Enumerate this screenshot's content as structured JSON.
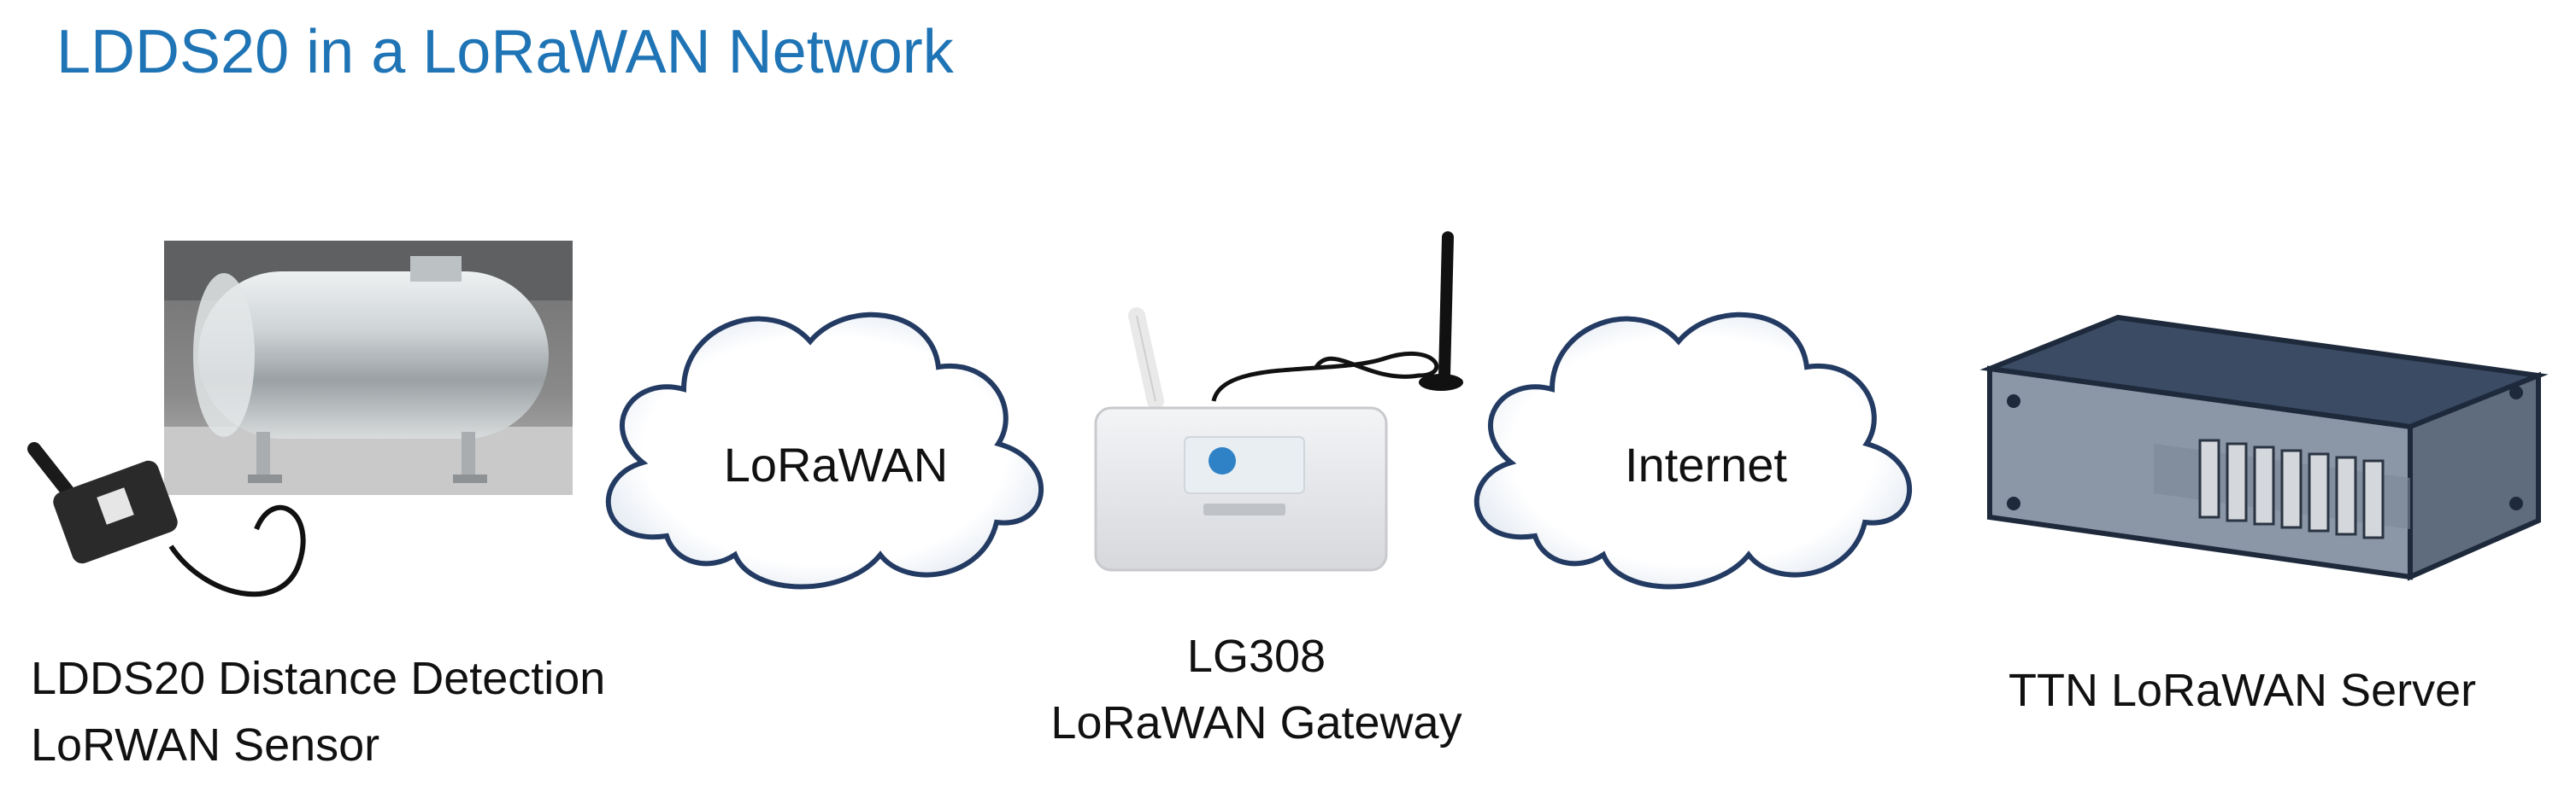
{
  "title": "LDDS20 in a LoRaWAN Network",
  "sensor": {
    "line1": "LDDS20 Distance Detection",
    "line2": "LoRWAN Sensor"
  },
  "cloud_lorawan": {
    "label": "LoRaWAN"
  },
  "gateway": {
    "line1": "LG308",
    "line2": "LoRaWAN Gateway"
  },
  "cloud_internet": {
    "label": "Internet"
  },
  "server": {
    "label": "TTN LoRaWAN Server"
  },
  "colors": {
    "title": "#1f74b5",
    "cloud_fill": "#ffffff",
    "cloud_edge": "#233b63",
    "server_dark": "#2d3e55"
  }
}
